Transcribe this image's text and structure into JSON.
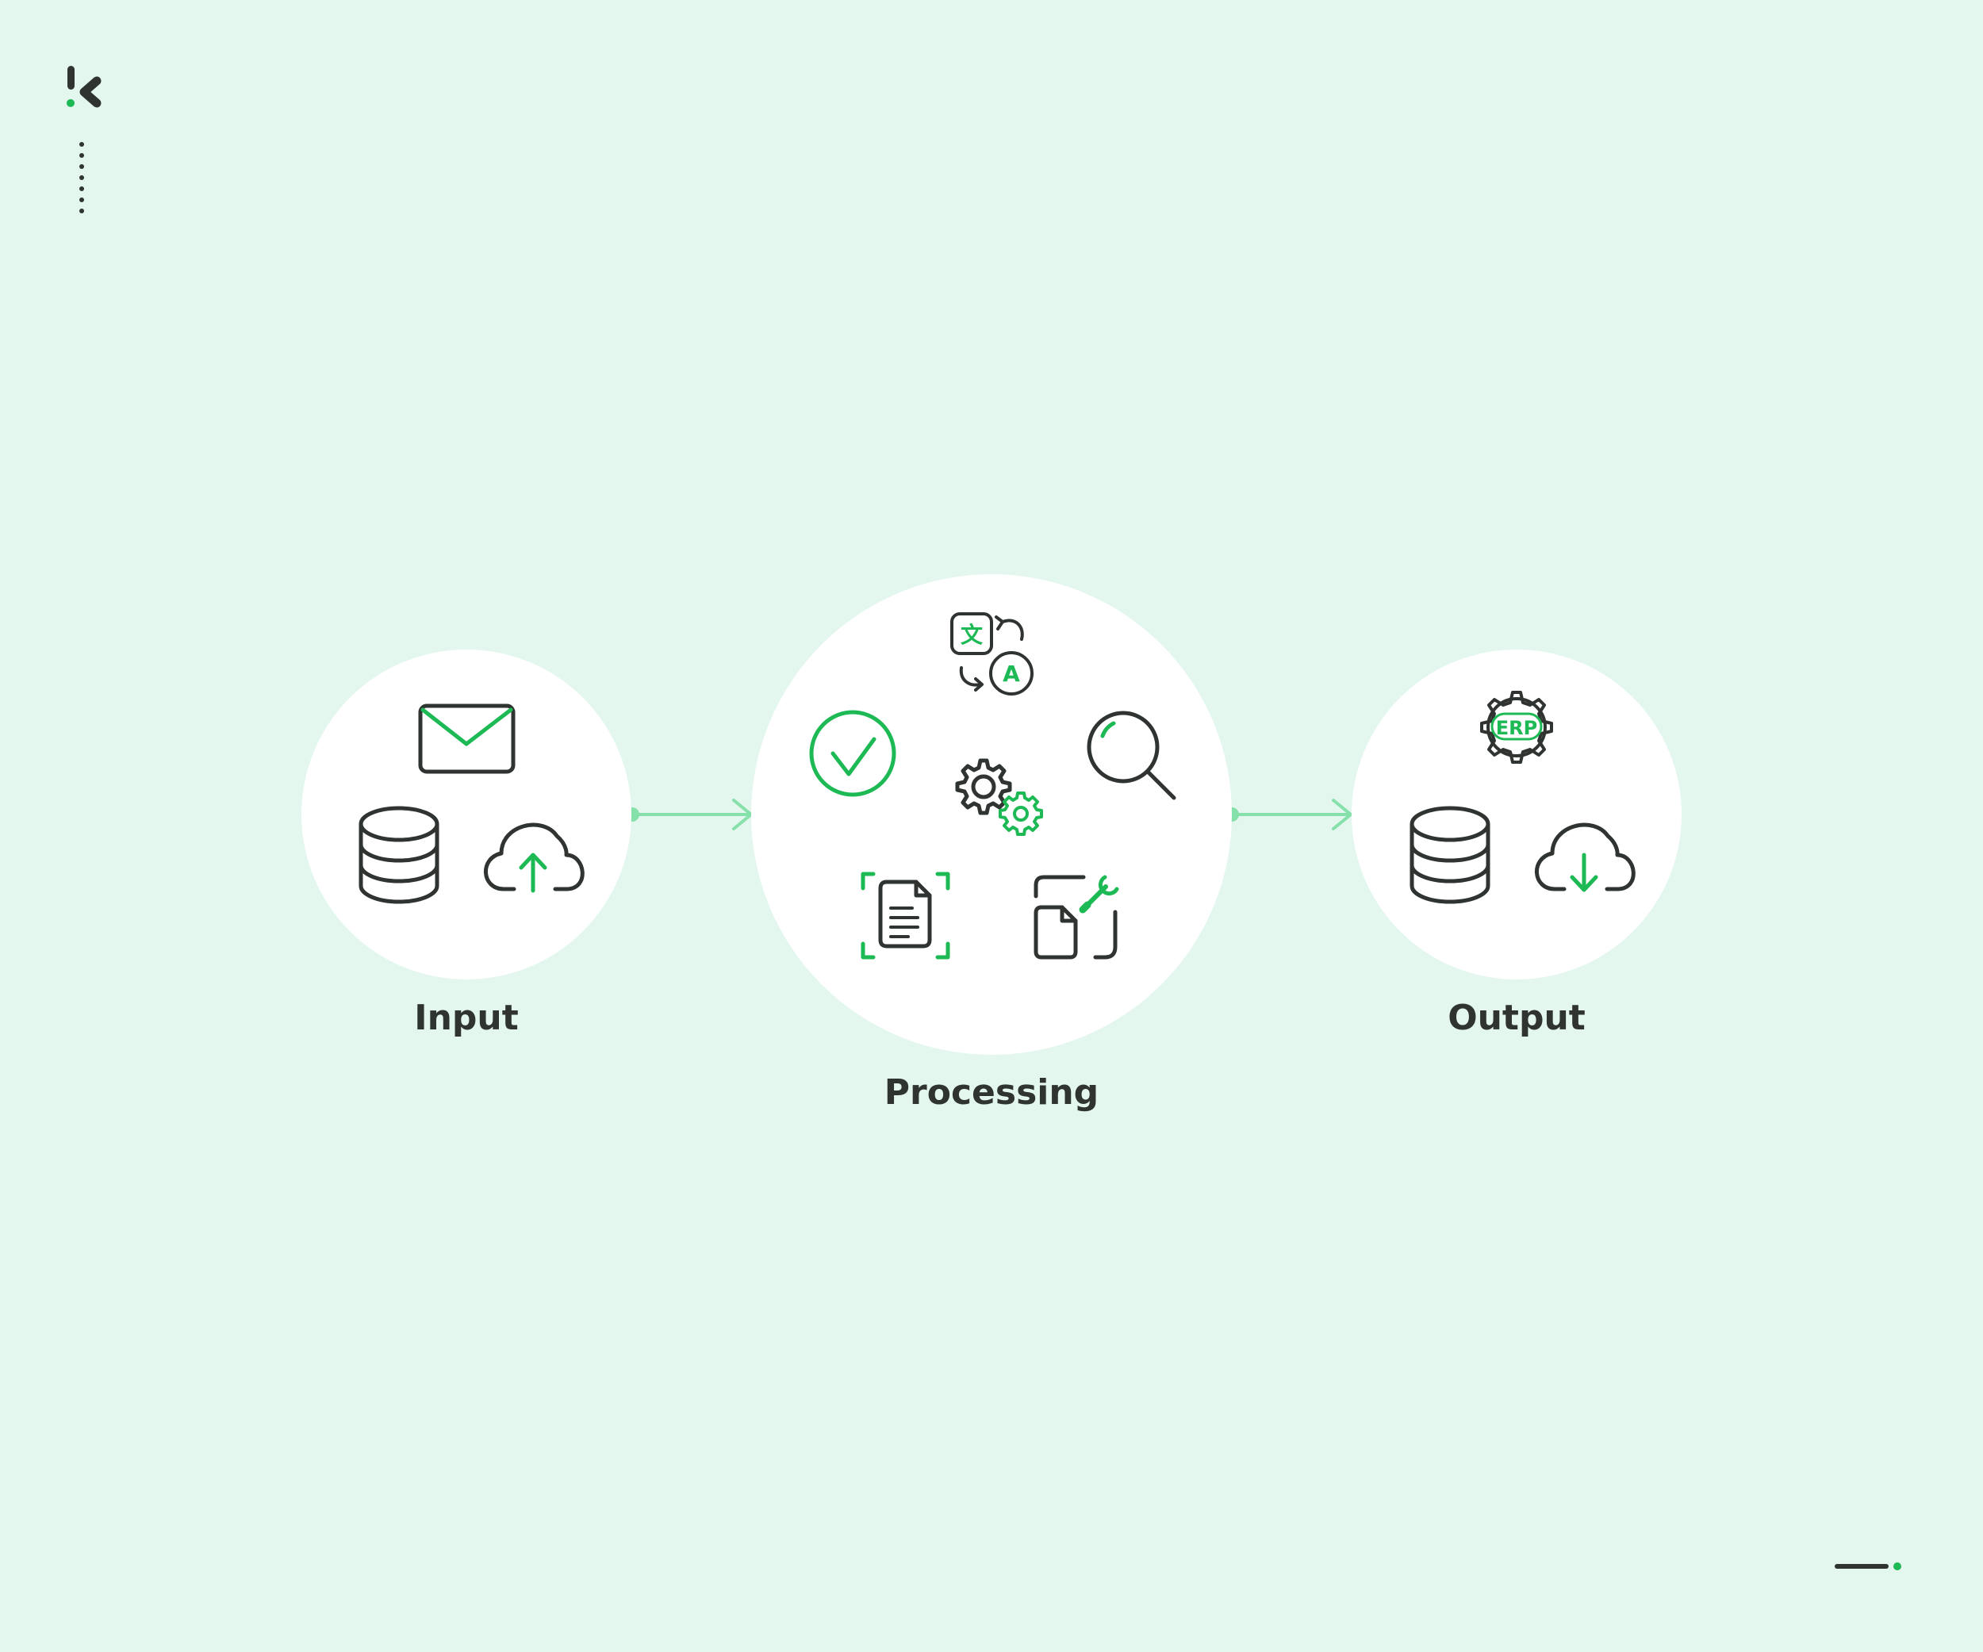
{
  "stages": [
    {
      "label": "Input",
      "icons": [
        "envelope-icon",
        "database-icon",
        "cloud-upload-icon"
      ]
    },
    {
      "label": "Processing",
      "icons": [
        "translate-icon",
        "check-circle-icon",
        "gears-icon",
        "magnifier-icon",
        "document-scan-icon",
        "document-edit-icon"
      ]
    },
    {
      "label": "Output",
      "icons": [
        "erp-gear-icon",
        "database-icon",
        "cloud-download-icon"
      ]
    }
  ],
  "erp_text": "ERP",
  "translate_glyph_1": "文",
  "translate_glyph_2": "A",
  "colors": {
    "background": "#e3f7ee",
    "circle": "#ffffff",
    "icon_dark": "#2f3431",
    "accent": "#1db954",
    "connector": "#86e0aa"
  }
}
